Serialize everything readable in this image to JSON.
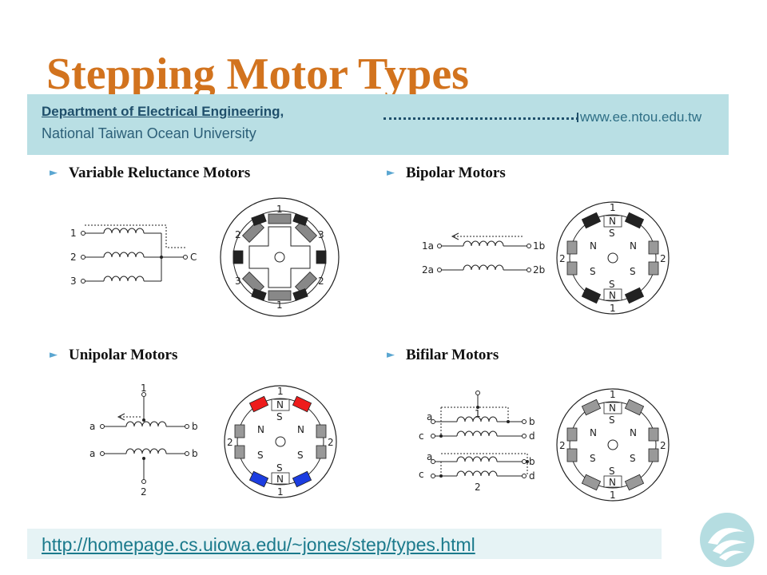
{
  "slide": {
    "title": "Stepping Motor Types",
    "department": "Department of Electrical Engineering,",
    "university": "National Taiwan Ocean University",
    "website": "www.ee.ntou.edu.tw",
    "link": "http://homepage.cs.uiowa.edu/~jones/step/types.html"
  },
  "sections": {
    "variable": {
      "heading": "Variable Reluctance Motors",
      "coil_labels": [
        "1",
        "2",
        "3"
      ],
      "common_label": "C",
      "pole_labels": [
        "1",
        "2",
        "3",
        "3",
        "2",
        "1"
      ]
    },
    "bipolar": {
      "heading": "Bipolar Motors",
      "coil_labels": [
        "1a",
        "1b",
        "2a",
        "2b"
      ],
      "pole_labels": [
        "1",
        "N",
        "S",
        "2",
        "2",
        "S",
        "N",
        "1"
      ],
      "rotor_labels": [
        "N",
        "N",
        "S",
        "S"
      ]
    },
    "unipolar": {
      "heading": "Unipolar Motors",
      "coil_labels": [
        "1",
        "a",
        "b",
        "a",
        "b",
        "2"
      ],
      "pole_labels": [
        "1",
        "N",
        "S",
        "2",
        "2",
        "S",
        "N",
        "1"
      ],
      "rotor_labels": [
        "N",
        "N",
        "S",
        "S"
      ]
    },
    "bifilar": {
      "heading": "Bifilar Motors",
      "coil_labels": [
        "a",
        "b",
        "c",
        "d",
        "1",
        "a",
        "b",
        "c",
        "d",
        "2"
      ],
      "pole_labels": [
        "1",
        "N",
        "S",
        "2",
        "2",
        "S",
        "N",
        "1"
      ],
      "rotor_labels": [
        "N",
        "N",
        "S",
        "S"
      ]
    }
  },
  "colors": {
    "title": "#d2731e",
    "banner": "#b9dfe4",
    "unipolar_north_poles": "#ee1c1c",
    "unipolar_south_poles": "#1c3de0"
  }
}
